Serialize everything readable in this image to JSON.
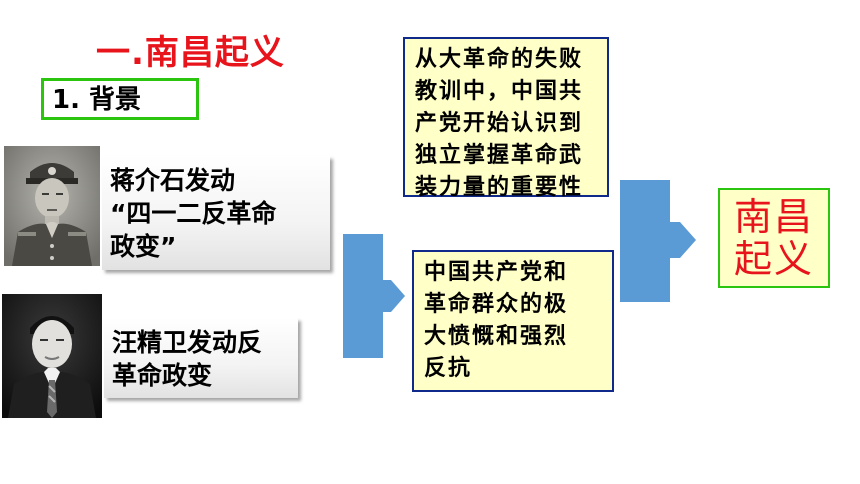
{
  "title": "一.南昌起义",
  "section": {
    "number": "1.",
    "label": "背景"
  },
  "causes": [
    {
      "lines": [
        "蒋介石发动",
        "“四一二反革命",
        "政变”"
      ]
    },
    {
      "lines": [
        "汪精卫发动反",
        "革命政变"
      ]
    }
  ],
  "lesson": {
    "lines": [
      "从大革命的失败",
      "教训中，中国共",
      "产党开始认识到",
      "独立掌握革命武",
      "装力量的重要性"
    ]
  },
  "reaction": {
    "lines": [
      "中国共产党和",
      "革命群众的极",
      "大愤慨和强烈",
      "反抗"
    ]
  },
  "result": {
    "lines": [
      "南昌",
      "起义"
    ]
  },
  "colors": {
    "title": "#e8141c",
    "section_border": "#2bc40f",
    "arrow": "#5b9bd5",
    "yellow_box": "#ffffc8",
    "yellow_border": "#0f2a8a",
    "result_text": "#e8141c"
  }
}
